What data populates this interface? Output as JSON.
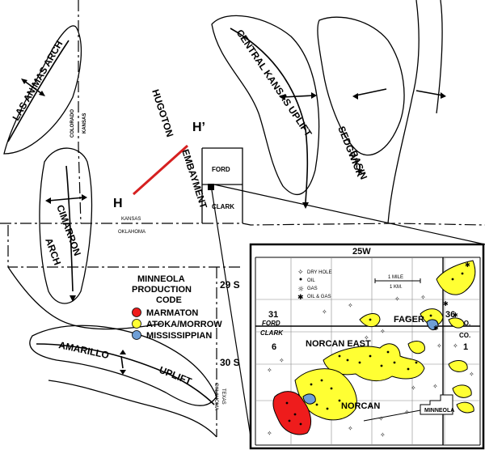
{
  "colors": {
    "marmaton": "#ee1c1c",
    "atoka_morrow": "#ffff33",
    "mississippian": "#6f9fd6",
    "section_line": "#d62020"
  },
  "structures": {
    "las_animas": "LAS ANIMAS ARCH",
    "colorado": "COLORADO",
    "kansas_vertical": "KANSAS",
    "cimarron": "CIMARRON",
    "cimarron_arch": "ARCH",
    "hugoton": "HUGOTON",
    "embayment": "EMBAYMENT",
    "central_kansas": "CENTRAL KANSAS UPLIFT",
    "sedgwick": "SEDGWICK",
    "basin": "BASIN",
    "amarillo": "AMARILLO",
    "uplift": "UPLIFT",
    "kansas_border": "KANSAS",
    "oklahoma_border": "OKLAHOMA",
    "oklahoma_vertical": "OKLAHOMA",
    "texas_vertical": "TEXAS"
  },
  "section_line": {
    "start": "H",
    "end": "H’"
  },
  "counties": {
    "ford": "FORD",
    "clark": "CLARK"
  },
  "townships": {
    "t29": "29 S",
    "t30": "30 S"
  },
  "legend": {
    "title1": "MINNEOLA",
    "title2": "PRODUCTION",
    "title3": "CODE",
    "items": [
      {
        "label": "MARMATON",
        "color": "#ee1c1c"
      },
      {
        "label": "ATOKA/MORROW",
        "color": "#ffff33"
      },
      {
        "label": "MISSISSIPPIAN",
        "color": "#6f9fd6"
      }
    ]
  },
  "inset": {
    "range": "25W",
    "well_legend": [
      "DRY HOLE",
      "OIL",
      "GAS",
      "OIL & GAS"
    ],
    "scale_mile": "1 MILE",
    "scale_km": "1 KM.",
    "section_31": "31",
    "section_6": "6",
    "section_36": "36",
    "section_1": "1",
    "ford": "FORD",
    "clark": "CLARK",
    "co1": "CO.",
    "co2": "CO.",
    "fager": "FAGER",
    "norcan_east": "NORCAN EAST",
    "norcan": "NORCAN",
    "minneola": "MINNEOLA"
  }
}
